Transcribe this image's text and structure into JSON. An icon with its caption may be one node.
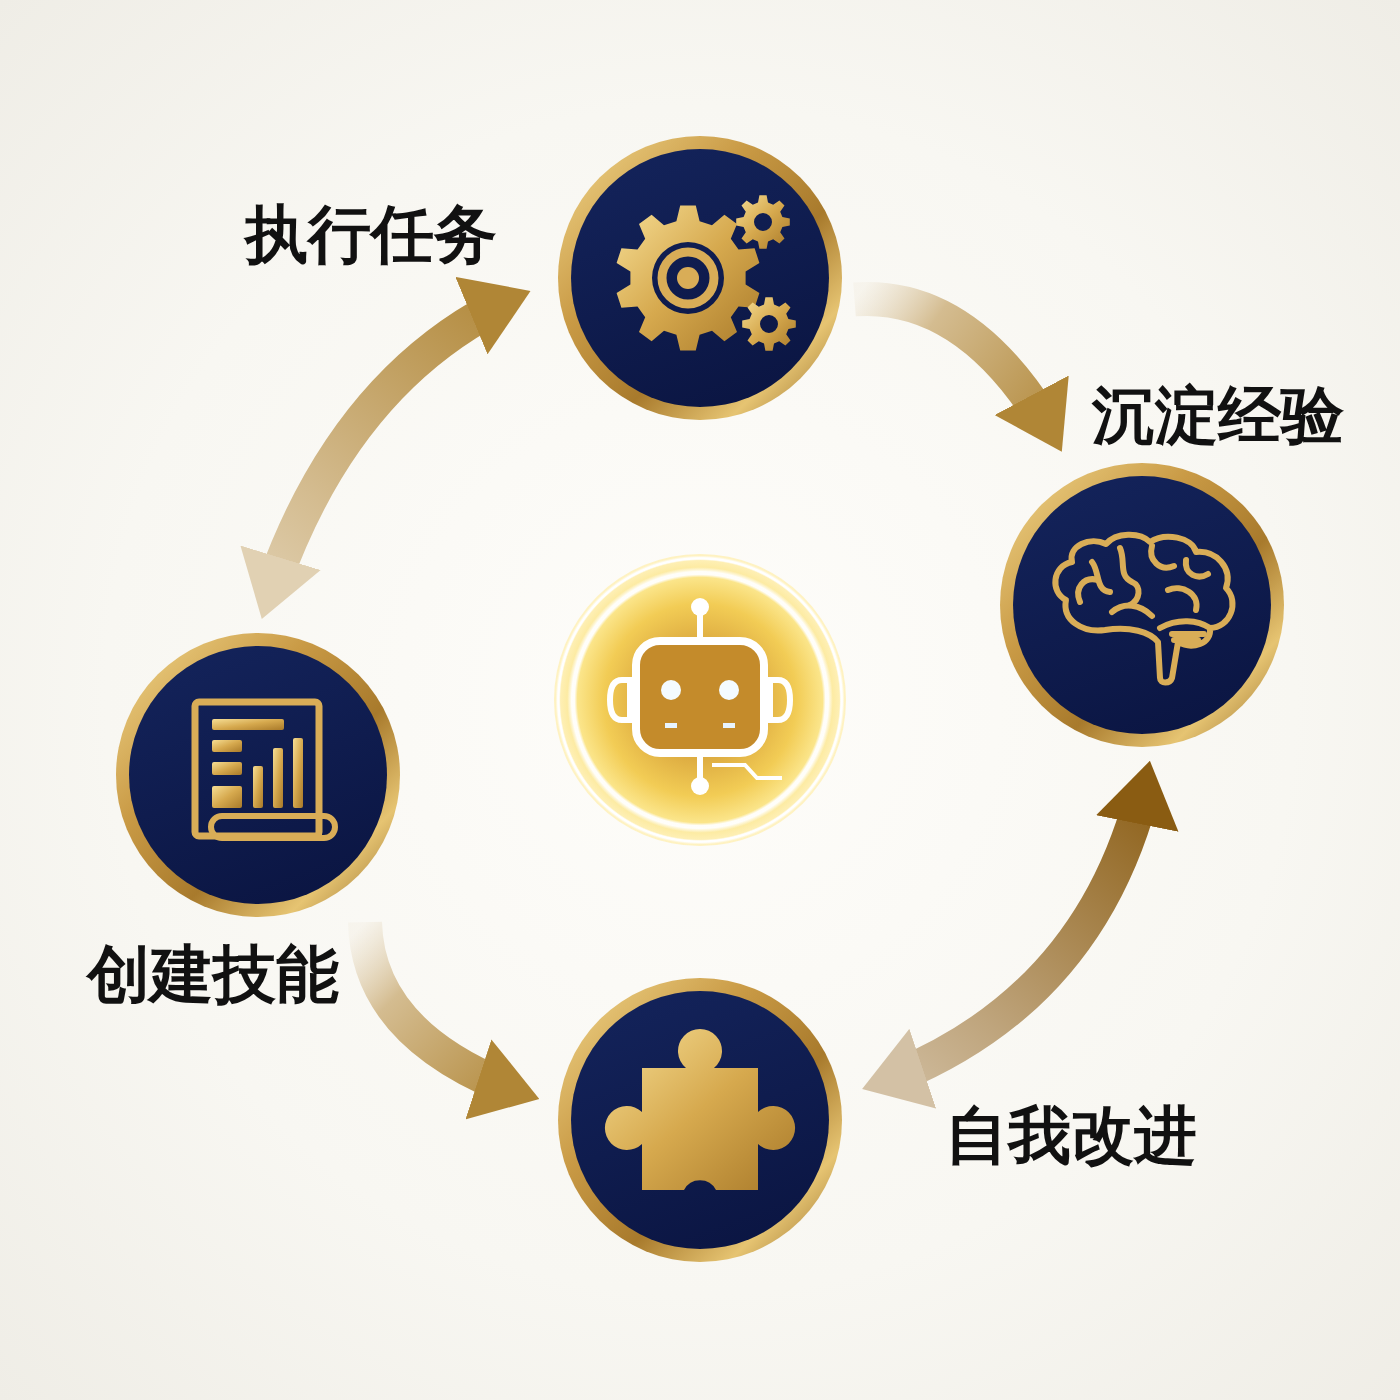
{
  "diagram": {
    "nodes": [
      {
        "text": [],
        "shape": "circle",
        "beside": [
          "执行任务"
        ]
      },
      {
        "text": [],
        "shape": "circle",
        "beside": [
          "沉淀经验"
        ]
      },
      {
        "text": [],
        "shape": "circle"
      },
      {
        "text": [],
        "shape": "circle",
        "beside": [
          "创建技能"
        ]
      },
      {
        "text": [],
        "shape": "circle",
        "beside": [
          "自我改进"
        ]
      }
    ],
    "edges": [
      {
        "from": 3,
        "to": 0,
        "arrow": "both"
      },
      {
        "from": 0,
        "to": 1,
        "arrow": "to"
      },
      {
        "from": 4,
        "to": 1,
        "arrow": "both",
        "color": "#8a5c12"
      },
      {
        "from": 3,
        "to": 4,
        "arrow": "to"
      }
    ]
  }
}
